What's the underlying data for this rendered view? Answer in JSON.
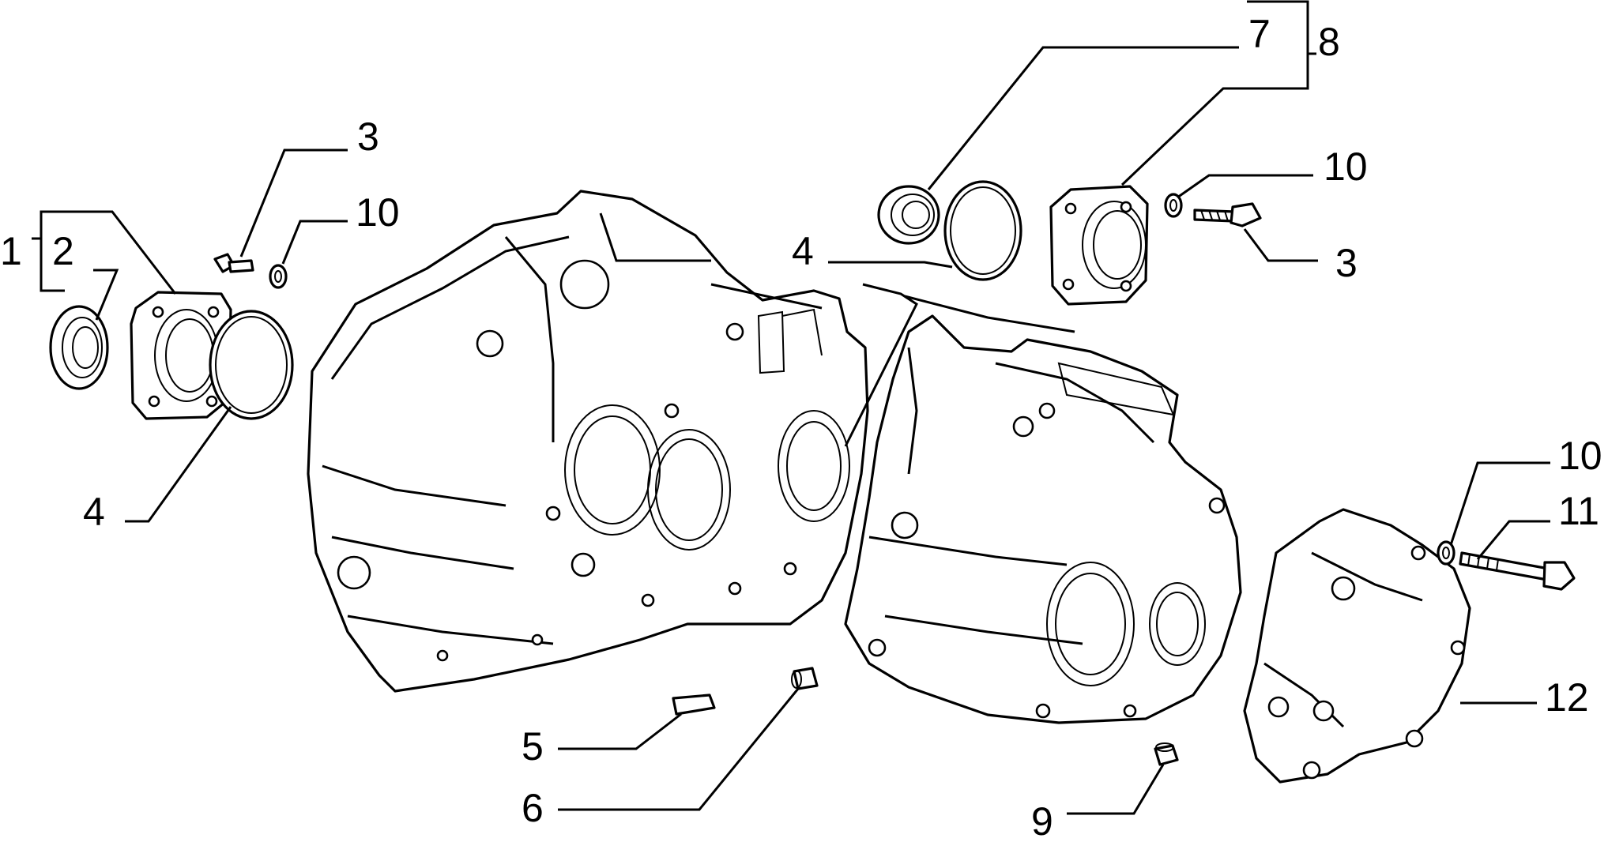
{
  "callouts": [
    {
      "id": "c1",
      "label": "1"
    },
    {
      "id": "c2",
      "label": "2"
    },
    {
      "id": "c3a",
      "label": "3"
    },
    {
      "id": "c10a",
      "label": "10"
    },
    {
      "id": "c4a",
      "label": "4"
    },
    {
      "id": "c4b",
      "label": "4"
    },
    {
      "id": "c7",
      "label": "7"
    },
    {
      "id": "c8",
      "label": "8"
    },
    {
      "id": "c10b",
      "label": "10"
    },
    {
      "id": "c3b",
      "label": "3"
    },
    {
      "id": "c10c",
      "label": "10"
    },
    {
      "id": "c11",
      "label": "11"
    },
    {
      "id": "c12",
      "label": "12"
    },
    {
      "id": "c5",
      "label": "5"
    },
    {
      "id": "c6",
      "label": "6"
    },
    {
      "id": "c9",
      "label": "9"
    }
  ]
}
